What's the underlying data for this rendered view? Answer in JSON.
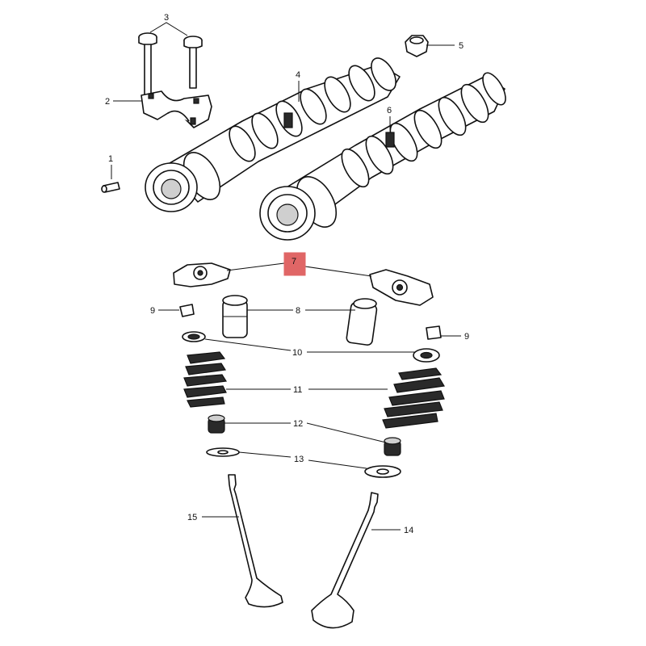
{
  "diagram": {
    "highlight_color": "#e06666",
    "callouts": [
      {
        "id": "c1",
        "label": "1"
      },
      {
        "id": "c2",
        "label": "2"
      },
      {
        "id": "c3",
        "label": "3"
      },
      {
        "id": "c4",
        "label": "4"
      },
      {
        "id": "c5",
        "label": "5"
      },
      {
        "id": "c6",
        "label": "6"
      },
      {
        "id": "c7",
        "label": "7",
        "highlighted": true
      },
      {
        "id": "c8",
        "label": "8"
      },
      {
        "id": "c9a",
        "label": "9"
      },
      {
        "id": "c9b",
        "label": "9"
      },
      {
        "id": "c10",
        "label": "10"
      },
      {
        "id": "c11",
        "label": "11"
      },
      {
        "id": "c12",
        "label": "12"
      },
      {
        "id": "c13",
        "label": "13"
      },
      {
        "id": "c14",
        "label": "14"
      },
      {
        "id": "c15",
        "label": "15"
      }
    ]
  }
}
